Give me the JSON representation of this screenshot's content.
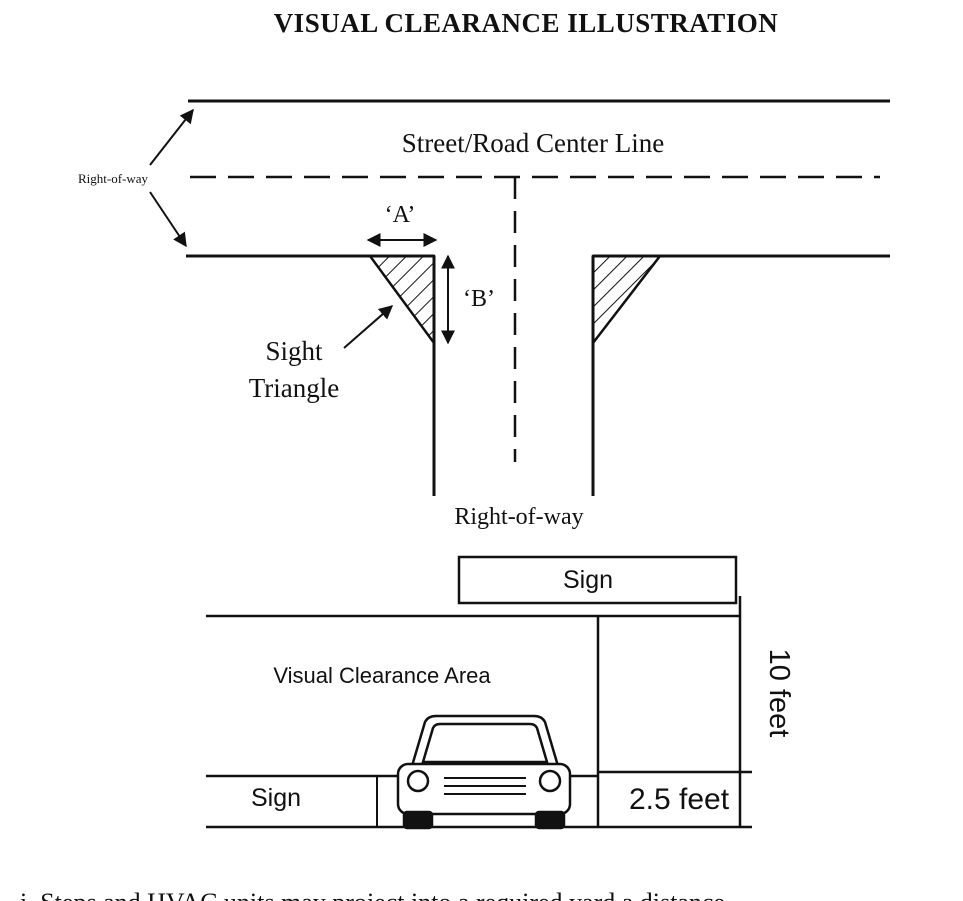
{
  "title": "VISUAL CLEARANCE ILLUSTRATION",
  "plan": {
    "center_line_label": "Street/Road Center Line",
    "right_of_way_left": "Right-of-way",
    "dim_a": "‘A’",
    "dim_b": "‘B’",
    "sight_triangle_line1": "Sight",
    "sight_triangle_line2": "Triangle",
    "right_of_way_bottom": "Right-of-way"
  },
  "elevation": {
    "sign_top": "Sign",
    "area_label": "Visual Clearance Area",
    "height_label": "10 feet",
    "sign_bottom": "Sign",
    "low_height_label": "2.5 feet"
  },
  "footer_text": "i.    Steps and HVAC units may project into a required yard a distance"
}
